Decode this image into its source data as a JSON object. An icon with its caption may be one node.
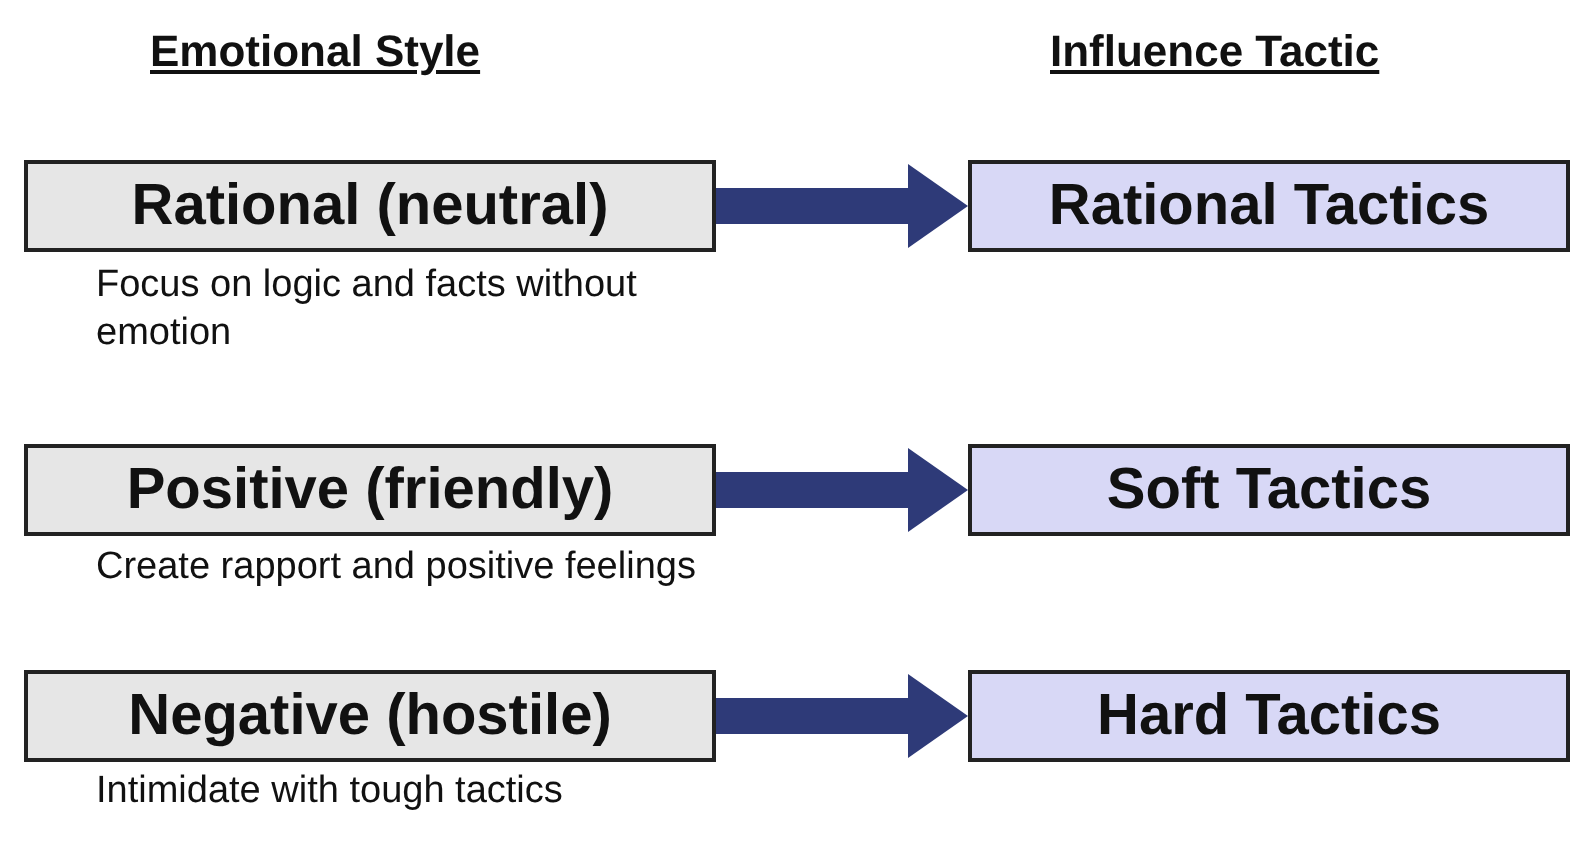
{
  "diagram": {
    "nodes": [
      {
        "text": [
          "Rational (neutral)"
        ],
        "beside": [
          "Focus on logic and facts without emotion"
        ]
      },
      {
        "text": [
          "Rational Tactics"
        ]
      },
      {
        "text": [
          "Positive (friendly)"
        ],
        "beside": [
          "Create rapport and positive feelings"
        ]
      },
      {
        "text": [
          "Soft Tactics"
        ]
      },
      {
        "text": [
          "Negative (hostile)"
        ],
        "beside": [
          "Intimidate with tough tactics"
        ]
      },
      {
        "text": [
          "Hard Tactics"
        ]
      }
    ],
    "edges": [
      {
        "from": 0,
        "to": 1,
        "arrow": "to"
      },
      {
        "from": 2,
        "to": 3,
        "arrow": "to"
      },
      {
        "from": 4,
        "to": 5,
        "arrow": "to"
      }
    ],
    "labels": [
      "Emotional Style",
      "Influence Tactic"
    ]
  }
}
